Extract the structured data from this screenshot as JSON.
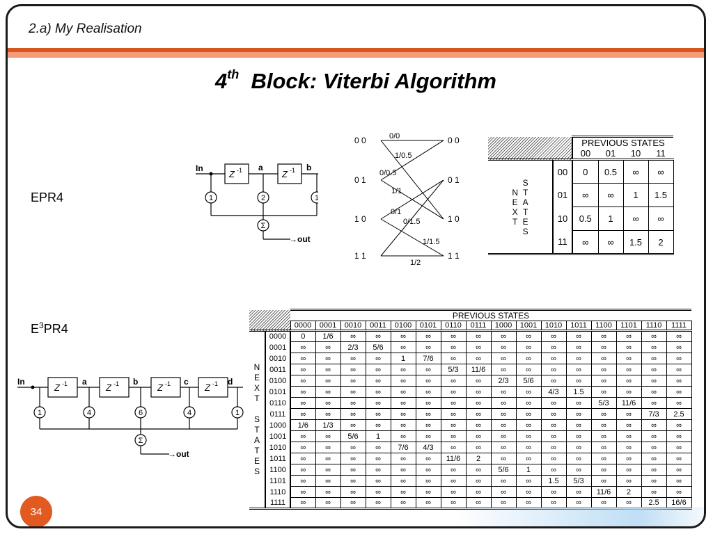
{
  "header": {
    "section": "2.a) My Realisation"
  },
  "title": {
    "main": "4",
    "sup": "th",
    "rest": "Block: Viterbi Algorithm"
  },
  "labels": {
    "epr4": "EPR4",
    "e3pr4_base": "E",
    "e3pr4_sup": "3",
    "e3pr4_rest": "PR4"
  },
  "page_number": "34",
  "circuit_epr4": {
    "input": "In",
    "delay": "Z",
    "delay_exp": "-1",
    "taps": [
      "a",
      "b"
    ],
    "coeffs": [
      "1",
      "2",
      "1"
    ],
    "sum": "Σ",
    "output": "→out"
  },
  "circuit_e3pr4": {
    "input": "In",
    "delay": "Z",
    "delay_exp": "-1",
    "taps": [
      "a",
      "b",
      "c",
      "d"
    ],
    "coeffs": [
      "1",
      "4",
      "6",
      "4",
      "1"
    ],
    "sum": "Σ",
    "output": "→out"
  },
  "trellis": {
    "states": [
      "0 0",
      "0 1",
      "1 0",
      "1 1"
    ],
    "branch_labels": [
      "0/0",
      "1/0.5",
      "0/0.5",
      "1/1",
      "0/1",
      "0/1.5",
      "1/1.5",
      "1/2"
    ]
  },
  "epr4_table": {
    "header": "PREVIOUS STATES",
    "side_label_1": "N\nE\nX\nT",
    "side_label_2": "S\nT\nA\nT\nE\nS",
    "cols": [
      "00",
      "01",
      "10",
      "11"
    ],
    "rows": [
      {
        "state": "00",
        "values": [
          "0",
          "0.5",
          "∞",
          "∞"
        ]
      },
      {
        "state": "01",
        "values": [
          "∞",
          "∞",
          "1",
          "1.5"
        ]
      },
      {
        "state": "10",
        "values": [
          "0.5",
          "1",
          "∞",
          "∞"
        ]
      },
      {
        "state": "11",
        "values": [
          "∞",
          "∞",
          "1.5",
          "2"
        ]
      }
    ]
  },
  "e3pr4_table": {
    "header": "PREVIOUS STATES",
    "side_label": "N\nE\nX\nT\n\nS\nT\nA\nT\nE\nS",
    "cols": [
      "0000",
      "0001",
      "0010",
      "0011",
      "0100",
      "0101",
      "0110",
      "0111",
      "1000",
      "1001",
      "1010",
      "1011",
      "1100",
      "1101",
      "1110",
      "1111"
    ],
    "rows": [
      {
        "state": "0000",
        "values": [
          "0",
          "1/6",
          "∞",
          "∞",
          "∞",
          "∞",
          "∞",
          "∞",
          "∞",
          "∞",
          "∞",
          "∞",
          "∞",
          "∞",
          "∞",
          "∞"
        ]
      },
      {
        "state": "0001",
        "values": [
          "∞",
          "∞",
          "2/3",
          "5/6",
          "∞",
          "∞",
          "∞",
          "∞",
          "∞",
          "∞",
          "∞",
          "∞",
          "∞",
          "∞",
          "∞",
          "∞"
        ]
      },
      {
        "state": "0010",
        "values": [
          "∞",
          "∞",
          "∞",
          "∞",
          "1",
          "7/6",
          "∞",
          "∞",
          "∞",
          "∞",
          "∞",
          "∞",
          "∞",
          "∞",
          "∞",
          "∞"
        ]
      },
      {
        "state": "0011",
        "values": [
          "∞",
          "∞",
          "∞",
          "∞",
          "∞",
          "∞",
          "5/3",
          "11/6",
          "∞",
          "∞",
          "∞",
          "∞",
          "∞",
          "∞",
          "∞",
          "∞"
        ]
      },
      {
        "state": "0100",
        "values": [
          "∞",
          "∞",
          "∞",
          "∞",
          "∞",
          "∞",
          "∞",
          "∞",
          "2/3",
          "5/6",
          "∞",
          "∞",
          "∞",
          "∞",
          "∞",
          "∞"
        ]
      },
      {
        "state": "0101",
        "values": [
          "∞",
          "∞",
          "∞",
          "∞",
          "∞",
          "∞",
          "∞",
          "∞",
          "∞",
          "∞",
          "4/3",
          "1.5",
          "∞",
          "∞",
          "∞",
          "∞"
        ]
      },
      {
        "state": "0110",
        "values": [
          "∞",
          "∞",
          "∞",
          "∞",
          "∞",
          "∞",
          "∞",
          "∞",
          "∞",
          "∞",
          "∞",
          "∞",
          "5/3",
          "11/6",
          "∞",
          "∞"
        ]
      },
      {
        "state": "0111",
        "values": [
          "∞",
          "∞",
          "∞",
          "∞",
          "∞",
          "∞",
          "∞",
          "∞",
          "∞",
          "∞",
          "∞",
          "∞",
          "∞",
          "∞",
          "7/3",
          "2.5"
        ]
      },
      {
        "state": "1000",
        "values": [
          "1/6",
          "1/3",
          "∞",
          "∞",
          "∞",
          "∞",
          "∞",
          "∞",
          "∞",
          "∞",
          "∞",
          "∞",
          "∞",
          "∞",
          "∞",
          "∞"
        ]
      },
      {
        "state": "1001",
        "values": [
          "∞",
          "∞",
          "5/6",
          "1",
          "∞",
          "∞",
          "∞",
          "∞",
          "∞",
          "∞",
          "∞",
          "∞",
          "∞",
          "∞",
          "∞",
          "∞"
        ]
      },
      {
        "state": "1010",
        "values": [
          "∞",
          "∞",
          "∞",
          "∞",
          "7/6",
          "4/3",
          "∞",
          "∞",
          "∞",
          "∞",
          "∞",
          "∞",
          "∞",
          "∞",
          "∞",
          "∞"
        ]
      },
      {
        "state": "1011",
        "values": [
          "∞",
          "∞",
          "∞",
          "∞",
          "∞",
          "∞",
          "11/6",
          "2",
          "∞",
          "∞",
          "∞",
          "∞",
          "∞",
          "∞",
          "∞",
          "∞"
        ]
      },
      {
        "state": "1100",
        "values": [
          "∞",
          "∞",
          "∞",
          "∞",
          "∞",
          "∞",
          "∞",
          "∞",
          "5/6",
          "1",
          "∞",
          "∞",
          "∞",
          "∞",
          "∞",
          "∞"
        ]
      },
      {
        "state": "1101",
        "values": [
          "∞",
          "∞",
          "∞",
          "∞",
          "∞",
          "∞",
          "∞",
          "∞",
          "∞",
          "∞",
          "1.5",
          "5/3",
          "∞",
          "∞",
          "∞",
          "∞"
        ]
      },
      {
        "state": "1110",
        "values": [
          "∞",
          "∞",
          "∞",
          "∞",
          "∞",
          "∞",
          "∞",
          "∞",
          "∞",
          "∞",
          "∞",
          "∞",
          "11/6",
          "2",
          "∞",
          "∞"
        ]
      },
      {
        "state": "1111",
        "values": [
          "∞",
          "∞",
          "∞",
          "∞",
          "∞",
          "∞",
          "∞",
          "∞",
          "∞",
          "∞",
          "∞",
          "∞",
          "∞",
          "∞",
          "2.5",
          "16/6"
        ]
      }
    ]
  }
}
